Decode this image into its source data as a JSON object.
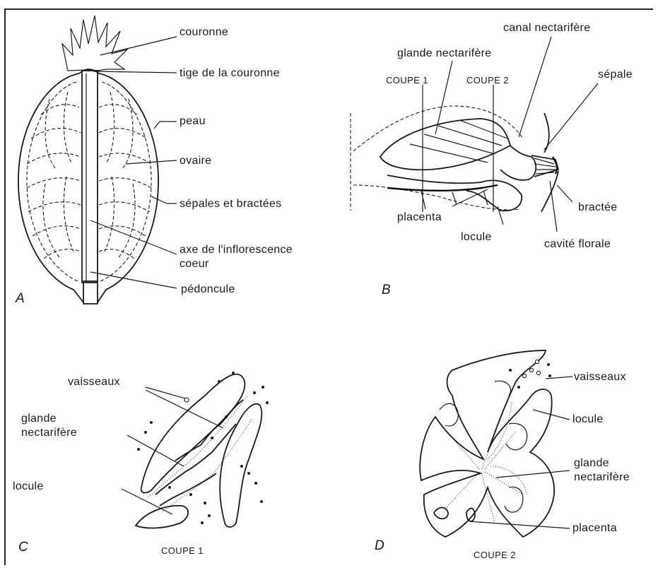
{
  "panel_a": {
    "letter": "A",
    "labels": {
      "couronne": "couronne",
      "tige": "tige de la couronne",
      "peau": "peau",
      "ovaire": "ovaire",
      "sepales_bractees": "sépales et bractées",
      "axe": "axe de l'inflorescence",
      "coeur": "coeur",
      "pedoncule": "pédoncule"
    }
  },
  "panel_b": {
    "letter": "B",
    "labels": {
      "canal": "canal nectarifère",
      "glande": "glande nectarifère",
      "coupe1": "COUPE 1",
      "coupe2": "COUPE 2",
      "sepale": "sépale",
      "bractee": "bractée",
      "placenta": "placenta",
      "locule": "locule",
      "cavite": "cavité florale"
    }
  },
  "panel_c": {
    "letter": "C",
    "caption": "COUPE 1",
    "labels": {
      "vaisseaux": "vaisseaux",
      "glande_1": "glande",
      "glande_2": "nectarifère",
      "locule": "locule"
    }
  },
  "panel_d": {
    "letter": "D",
    "caption": "COUPE 2",
    "labels": {
      "vaisseaux": "vaisseaux",
      "locule": "locule",
      "glande_1": "glande",
      "glande_2": "nectarifère",
      "placenta": "placenta"
    }
  }
}
